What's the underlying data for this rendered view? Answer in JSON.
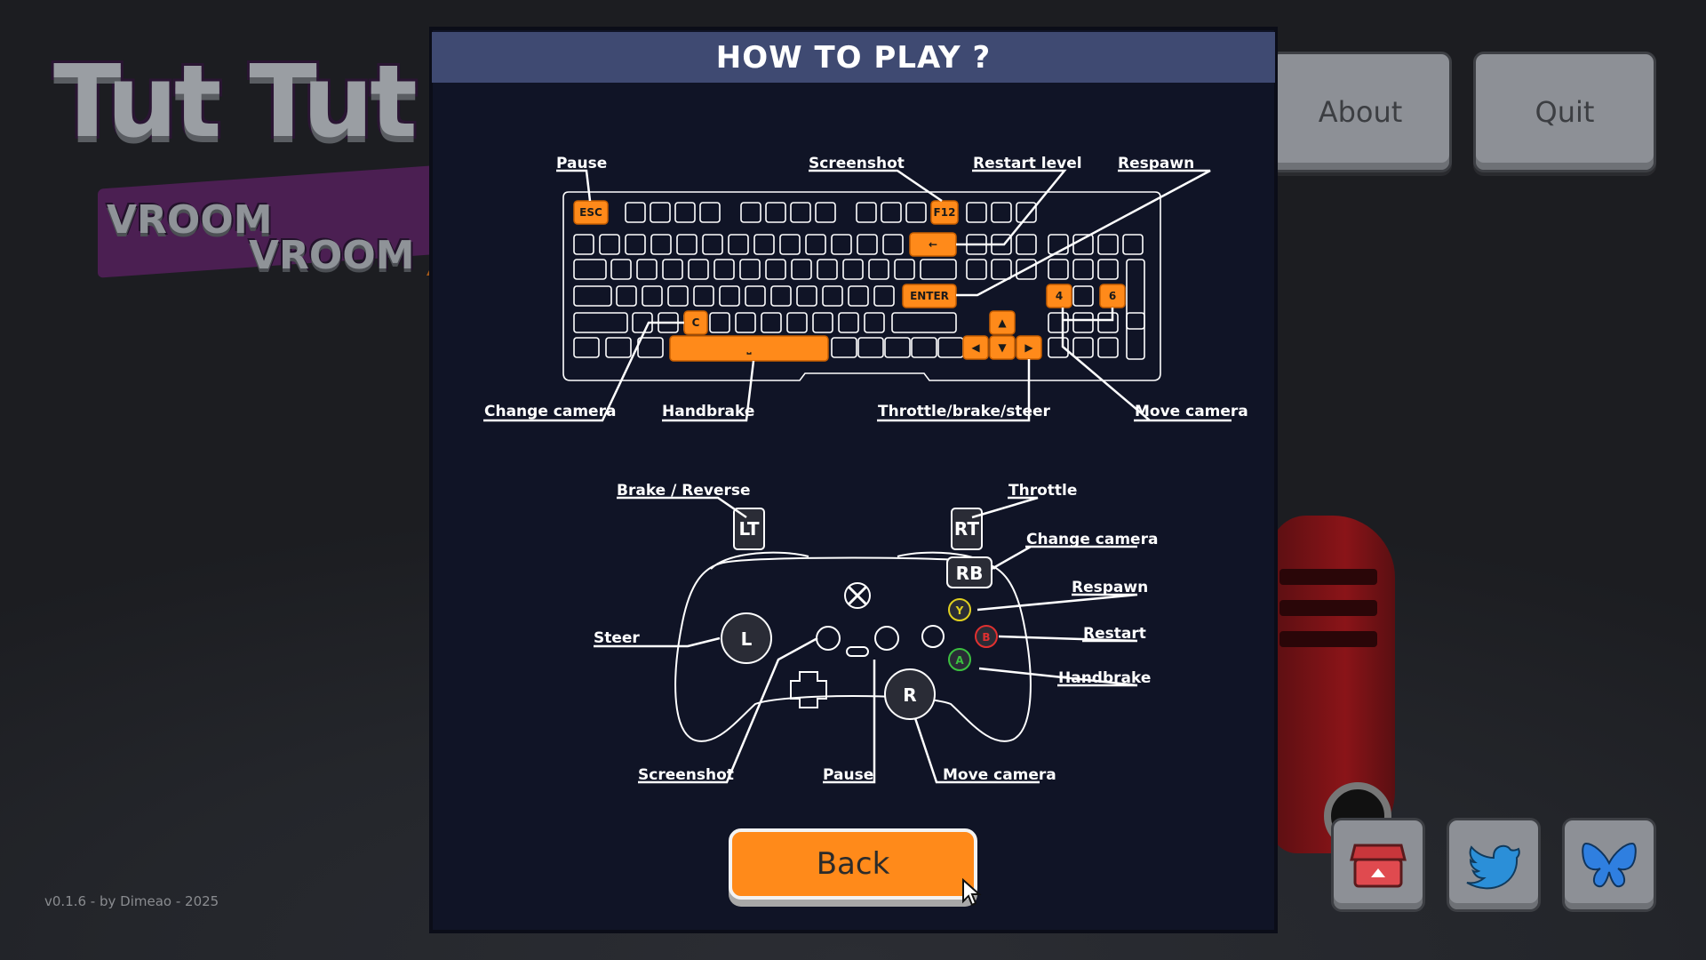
{
  "window": {
    "title": "HOW TO PLAY ?"
  },
  "logo": {
    "line1": "Tut Tut",
    "line2": "VROOM",
    "line3": "VROOM"
  },
  "menu": {
    "about_label": "About",
    "quit_label": "Quit"
  },
  "keyboard": {
    "labels": {
      "pause": "Pause",
      "screenshot": "Screenshot",
      "restart_level": "Restart level",
      "respawn": "Respawn",
      "change_camera": "Change camera",
      "handbrake": "Handbrake",
      "throttle_brake_steer": "Throttle/brake/steer",
      "move_camera": "Move camera"
    },
    "keys": {
      "esc": "ESC",
      "f12": "F12",
      "backspace": "←",
      "enter": "ENTER",
      "c": "C",
      "space": "⎵",
      "up": "▲",
      "down": "▼",
      "left": "◀",
      "right": "▶",
      "num4": "4",
      "num6": "6"
    }
  },
  "controller": {
    "labels": {
      "brake_reverse": "Brake / Reverse",
      "throttle": "Throttle",
      "change_camera": "Change camera",
      "respawn": "Respawn",
      "steer": "Steer",
      "restart": "Restart",
      "handbrake": "Handbrake",
      "screenshot": "Screenshot",
      "pause": "Pause",
      "move_camera": "Move camera"
    },
    "buttons": {
      "lt": "LT",
      "rt": "RT",
      "rb": "RB",
      "l": "L",
      "r": "R",
      "y": "Y",
      "b": "B",
      "a": "A"
    }
  },
  "back_label": "Back",
  "footer": {
    "version": "v0.1.6 - by Dimeao - 2025"
  },
  "social": {
    "itch": "itch-io-icon",
    "twitter": "twitter-icon",
    "bluesky": "bluesky-icon"
  },
  "colors": {
    "accent": "#ff8a1a",
    "title_bar": "#3f4a72",
    "panel": "#101426"
  }
}
